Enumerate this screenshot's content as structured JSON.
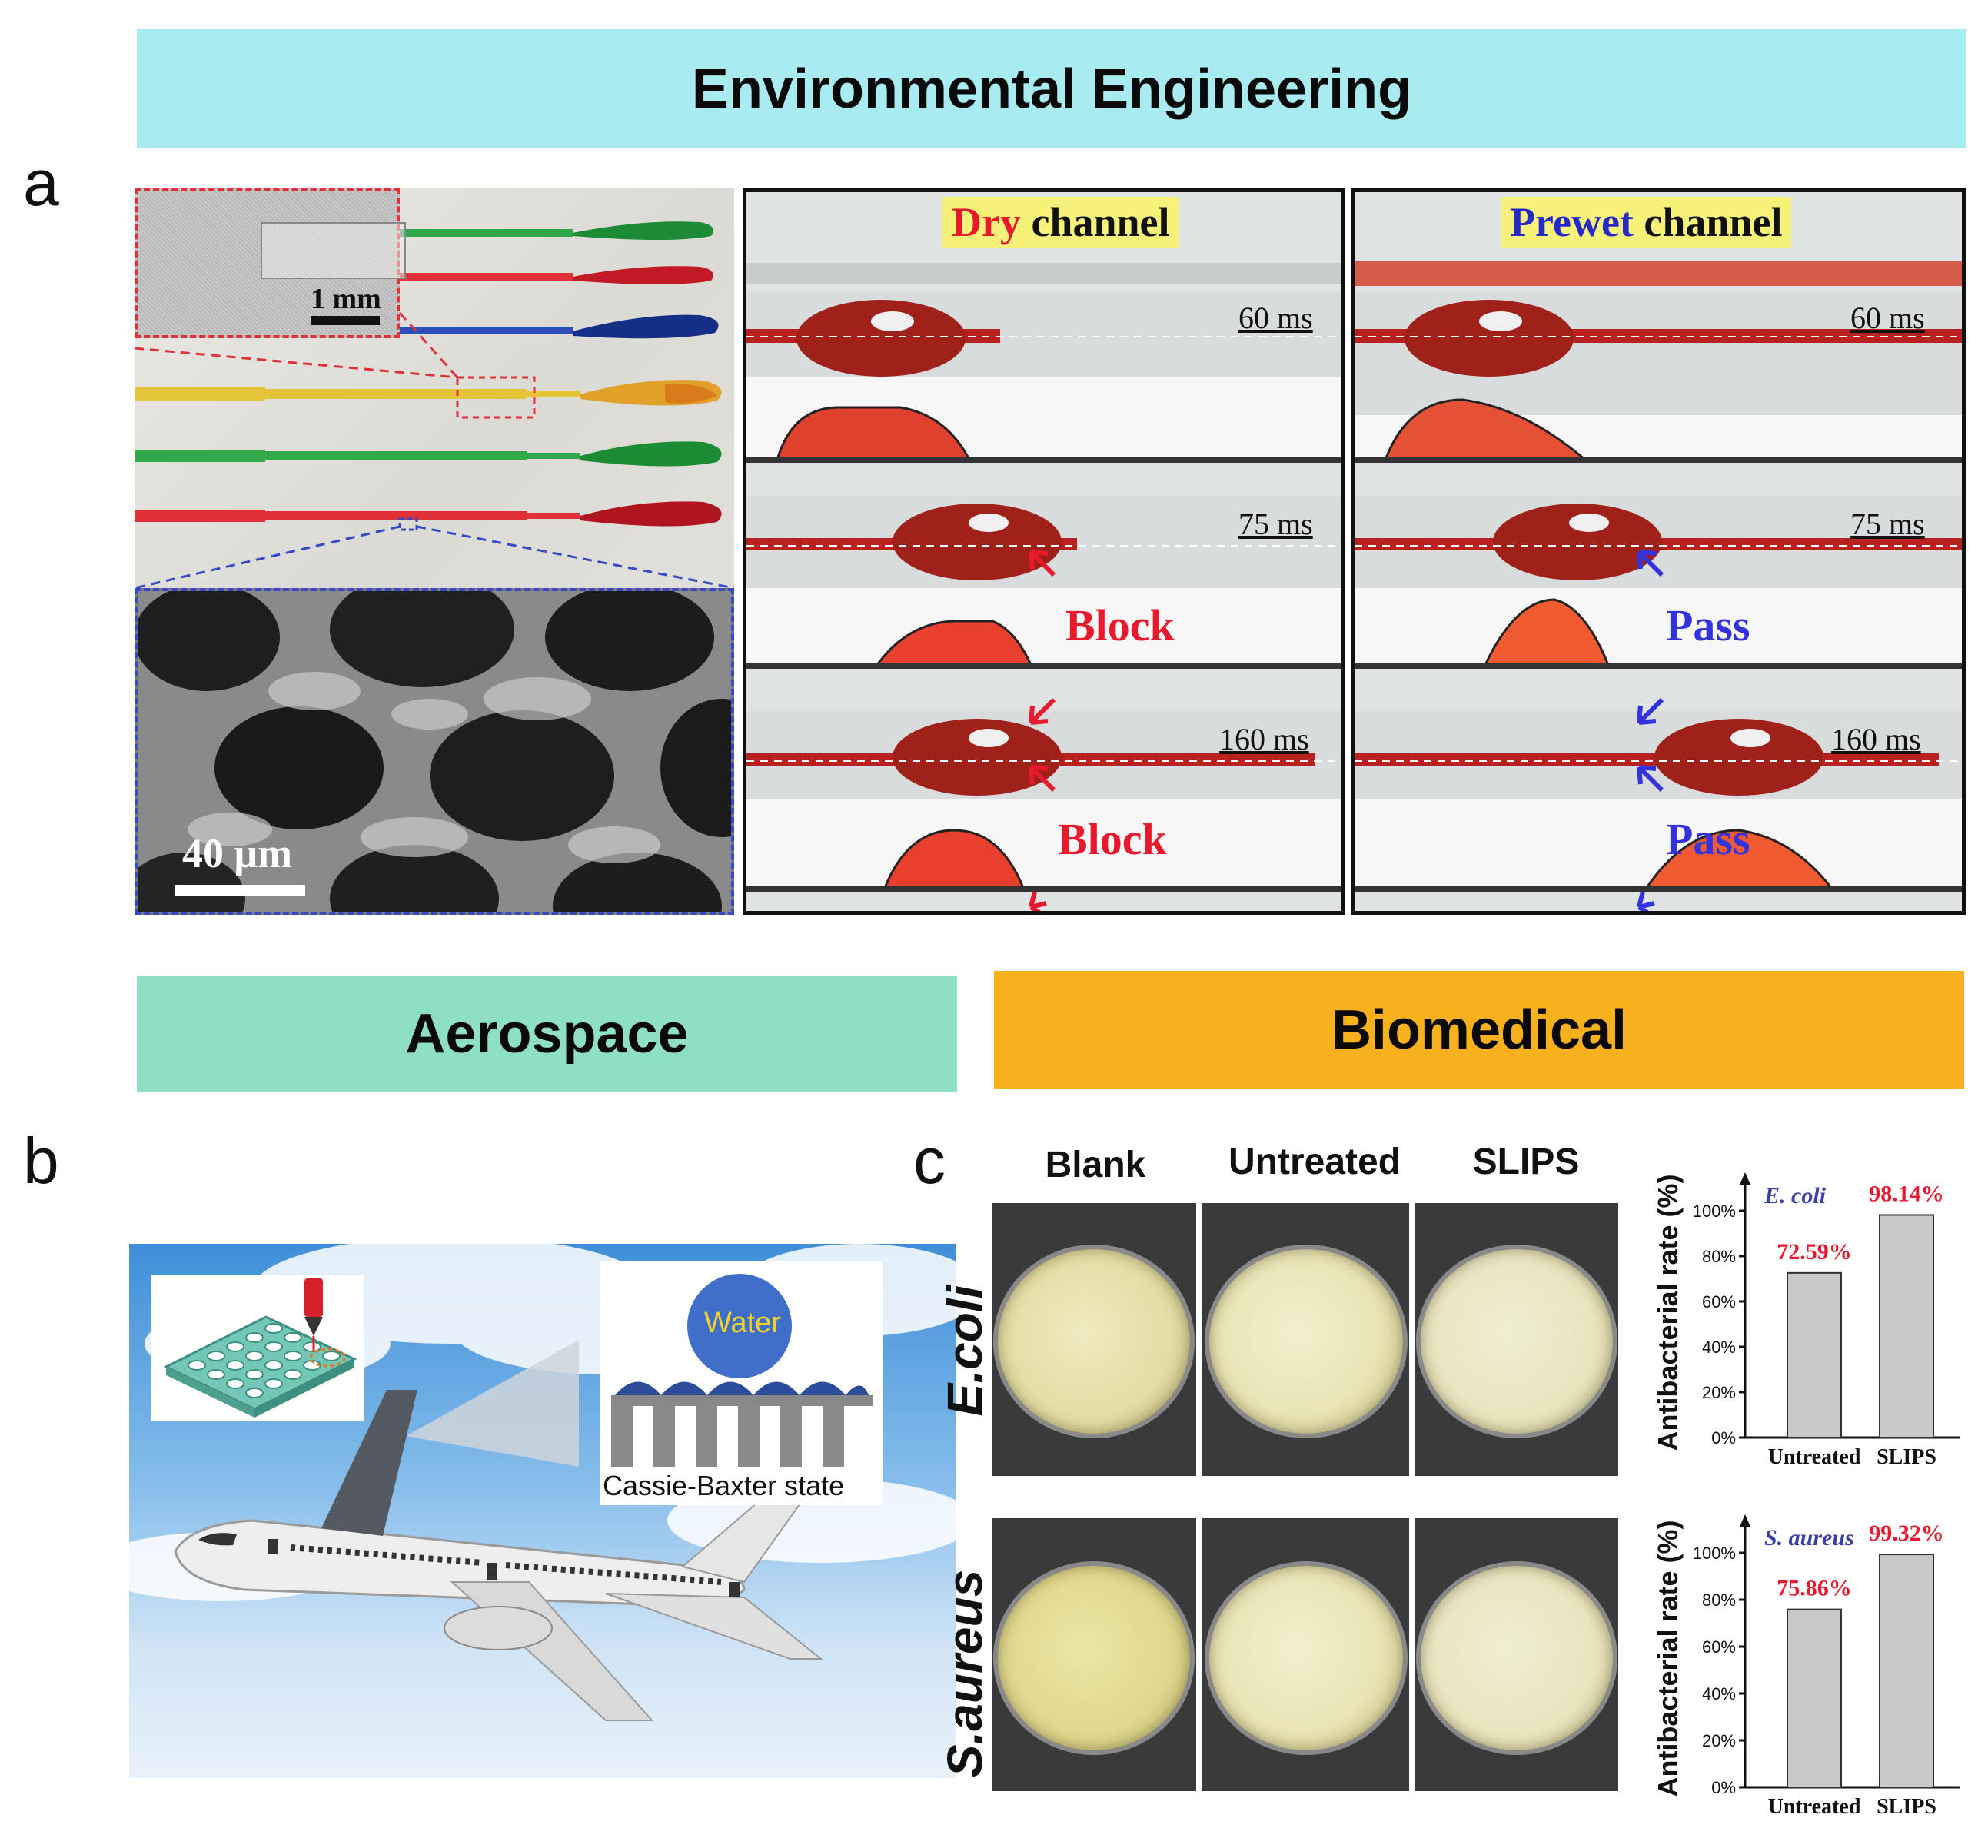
{
  "banners": {
    "environmental": "Environmental Engineering",
    "aerospace": "Aerospace",
    "biomedical": "Biomedical"
  },
  "panel_letters": {
    "a": "a",
    "b": "b",
    "c": "c"
  },
  "panel_a": {
    "inset_scale_top": "1 mm",
    "inset_scale_bottom": "40 μm",
    "dry": {
      "title_colored": "Dry",
      "title_rest": " channel"
    },
    "prewet": {
      "title_colored": "Prewet",
      "title_rest": " channel"
    },
    "times": [
      "60 ms",
      "75 ms",
      "160 ms"
    ],
    "block_label": "Block",
    "pass_label": "Pass"
  },
  "panel_b": {
    "water_label": "Water",
    "state_label": "Cassie-Baxter state"
  },
  "panel_c": {
    "columns": [
      "Blank",
      "Untreated",
      "SLIPS"
    ],
    "rows": [
      "E.coli",
      "S.aureus"
    ]
  },
  "chart_data": [
    {
      "type": "bar",
      "title": "E. coli",
      "categories": [
        "Untreated",
        "SLIPS"
      ],
      "values": [
        72.59,
        98.14
      ],
      "data_labels": [
        "72.59%",
        "98.14%"
      ],
      "ylabel": "Antibacterial rate (%)",
      "ylim": [
        0,
        100
      ],
      "yticks": [
        "0%",
        "20%",
        "40%",
        "60%",
        "80%",
        "100%"
      ],
      "bar_color": "#c8c8c8",
      "label_color": "#e8192c",
      "title_color": "#3a3fa8"
    },
    {
      "type": "bar",
      "title": "S. aureus",
      "categories": [
        "Untreated",
        "SLIPS"
      ],
      "values": [
        75.86,
        99.32
      ],
      "data_labels": [
        "75.86%",
        "99.32%"
      ],
      "ylabel": "Antibacterial rate (%)",
      "ylim": [
        0,
        100
      ],
      "yticks": [
        "0%",
        "20%",
        "40%",
        "60%",
        "80%",
        "100%"
      ],
      "bar_color": "#c8c8c8",
      "label_color": "#e8192c",
      "title_color": "#3a3fa8"
    }
  ],
  "colors": {
    "env_banner": "#a8ecf2",
    "aero_banner": "#8fdfc3",
    "bio_banner": "#f7b11c",
    "block_red": "#e8192c",
    "pass_blue": "#3333dd",
    "title_highlight": "#f6f279"
  }
}
